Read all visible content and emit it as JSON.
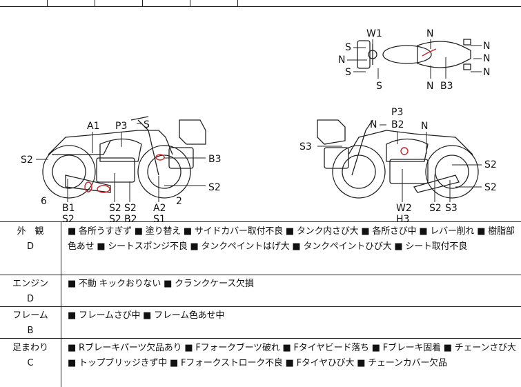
{
  "diagram": {
    "top_labels": [
      "W1",
      "N",
      "S",
      "N",
      "S",
      "N",
      "N",
      "N",
      "S",
      "N",
      "B3"
    ],
    "left_labels": [
      "A1",
      "P3",
      "S",
      "S2",
      "B3",
      "S2",
      "6",
      "2",
      "B1",
      "S2",
      "S2",
      "S2",
      "A2",
      "B2",
      "S1",
      "S2"
    ],
    "right_labels": [
      "P3",
      "N",
      "B2",
      "N",
      "S3",
      "S2",
      "S2",
      "W2",
      "S2",
      "S3",
      "H3"
    ]
  },
  "rows": [
    {
      "label_top": "外　観",
      "grade": "D",
      "text": "■ 各所うすぎず ■ 塗り替え ■ サイドカバー取付不良 ■ タンク内さび大 ■ 各所さび中 ■ レバー削れ ■ 樹脂部色あせ ■ シートスポンジ不良 ■ タンクペイントはげ大 ■ タンクペイントひび大 ■ シート取付不良"
    },
    {
      "label_top": "エンジン",
      "grade": "D",
      "text": "■ 不動 キックおりない ■ クランクケース欠損"
    },
    {
      "label_top": "フレーム",
      "grade": "B",
      "text": "■ フレームさび中 ■ フレーム色あせ中"
    },
    {
      "label_top": "足まわり",
      "grade": "C",
      "text": "■ Rブレーキパーツ欠品あり ■ Fフォークブーツ破れ ■ Fタイヤビード落ち ■ Fブレーキ固着 ■ チェーンさび大 ■ トップブリッジきず中 ■ Fフォークストローク不良 ■ Fタイヤひび大 ■ チェーンカバー欠品"
    }
  ],
  "colors": {
    "line": "#222222",
    "marker": "#cc2222"
  }
}
